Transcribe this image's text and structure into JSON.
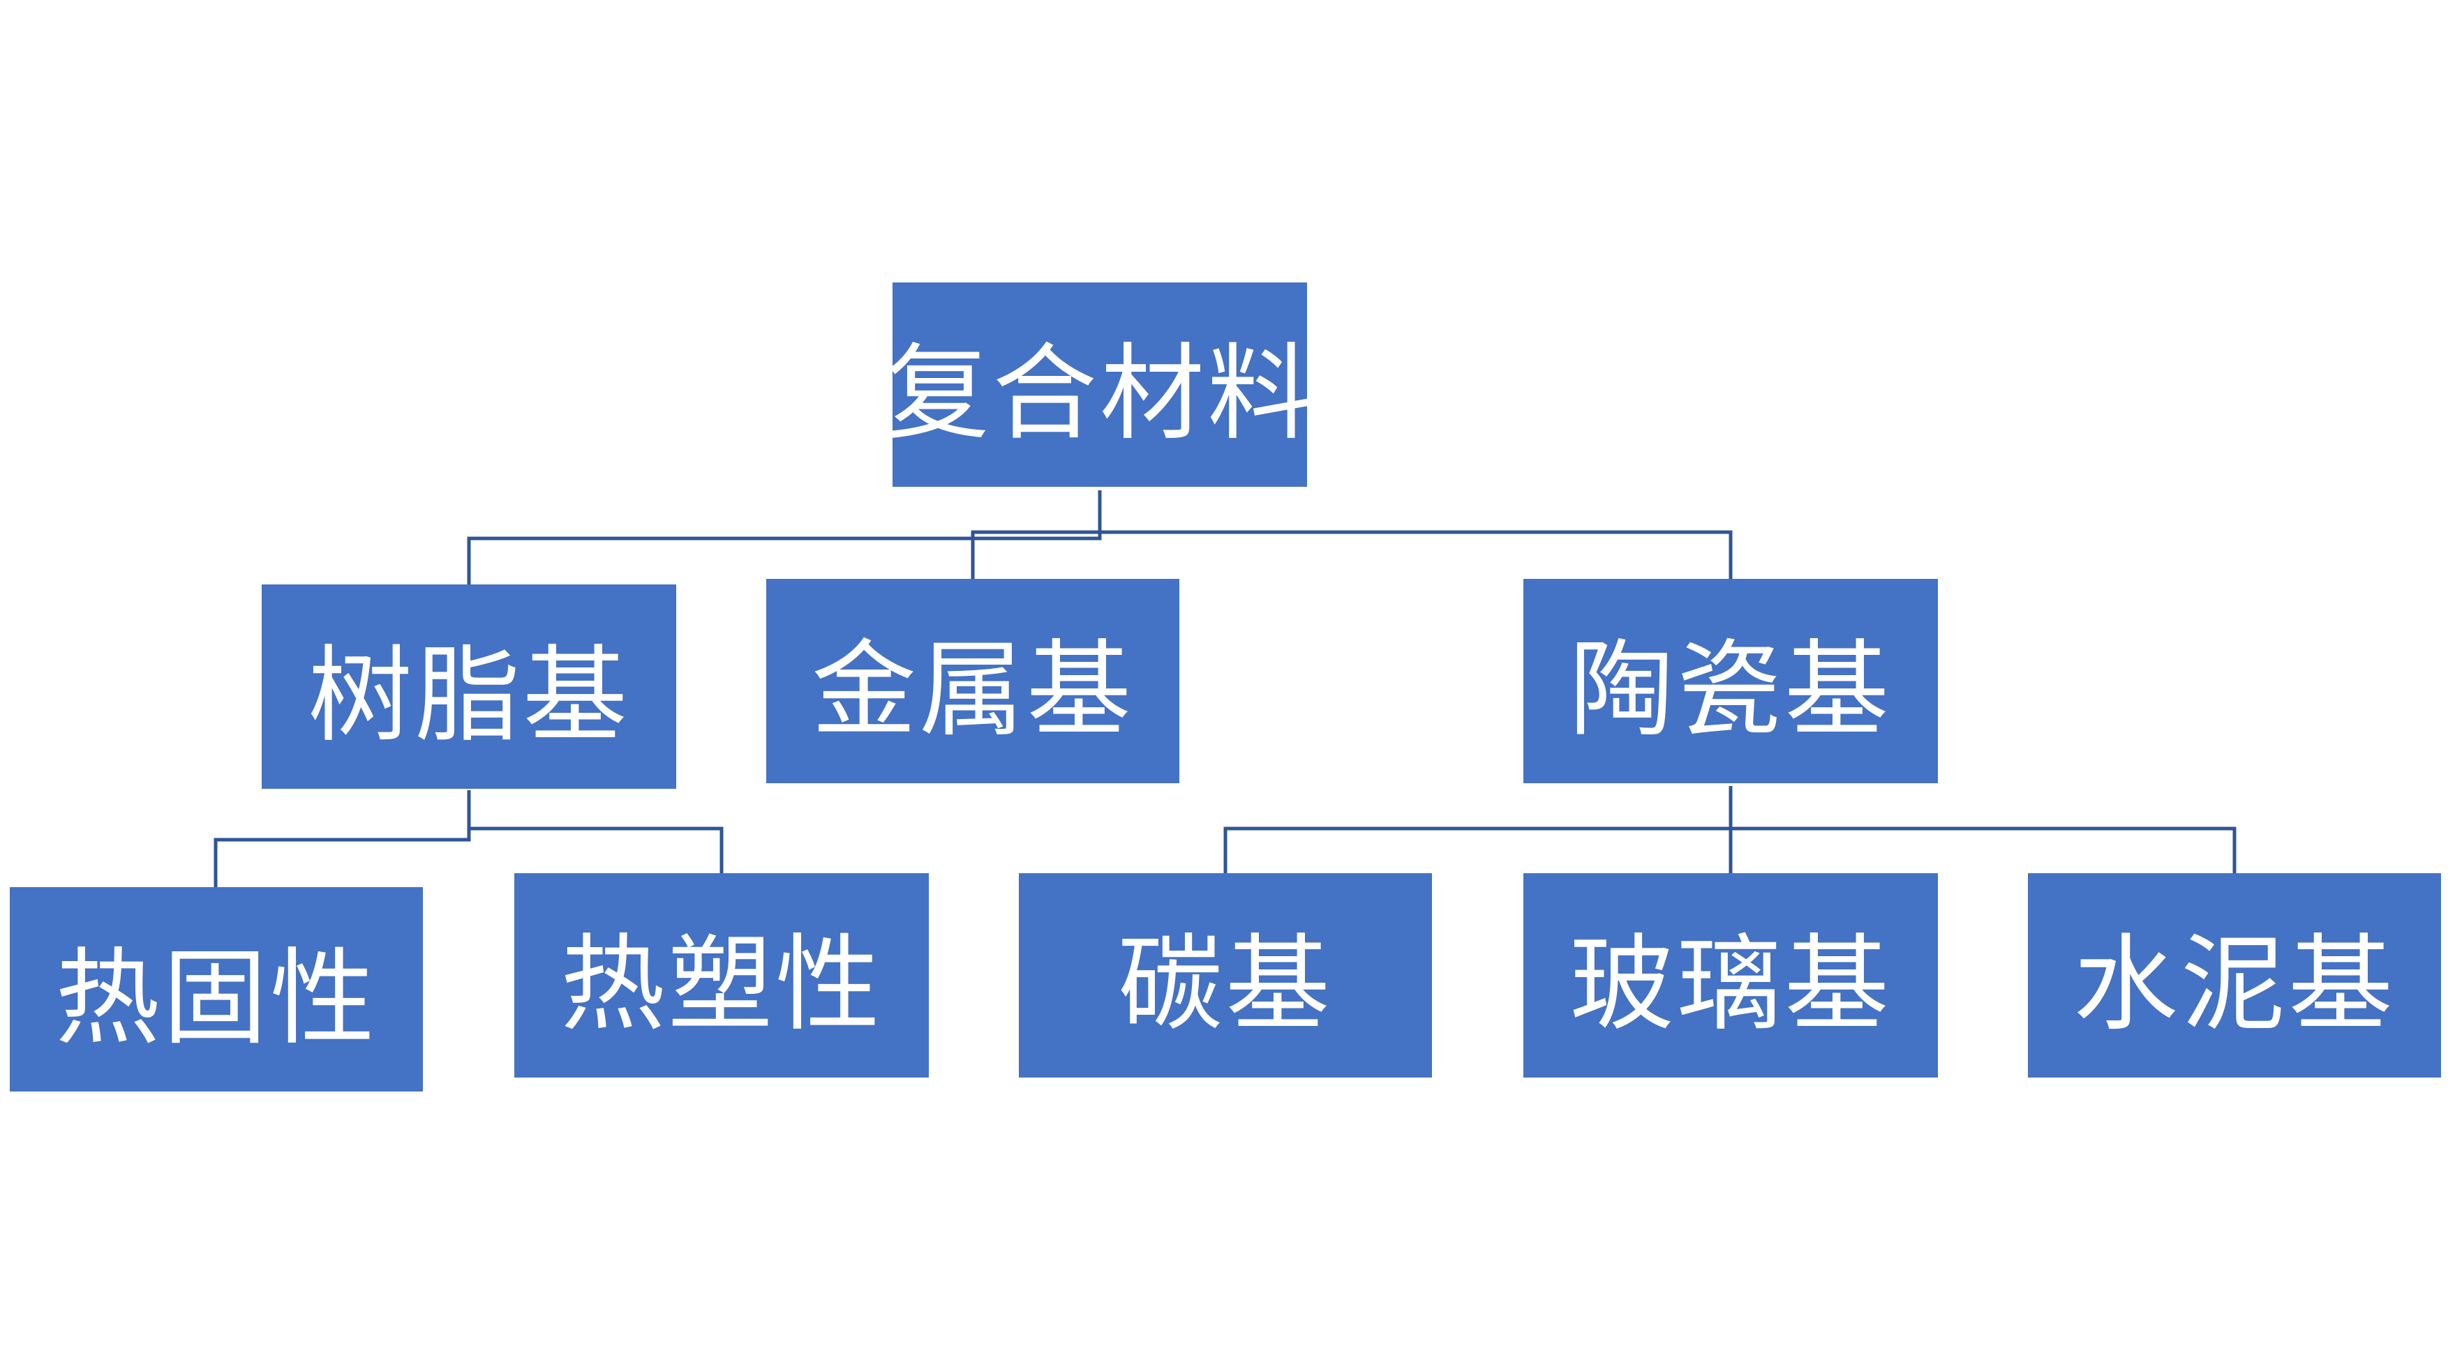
{
  "diagram": {
    "root": {
      "label": "复合材料"
    },
    "level1": [
      {
        "label": "树脂基"
      },
      {
        "label": "金属基"
      },
      {
        "label": "陶瓷基"
      }
    ],
    "level2": [
      {
        "label": "热固性"
      },
      {
        "label": "热塑性"
      },
      {
        "label": "碳基"
      },
      {
        "label": "玻璃基"
      },
      {
        "label": "水泥基"
      }
    ]
  },
  "colors": {
    "node_fill": "#4472C4",
    "node_text": "#FFFFFF",
    "connector": "#2F5597",
    "background": "#FFFFFF"
  }
}
